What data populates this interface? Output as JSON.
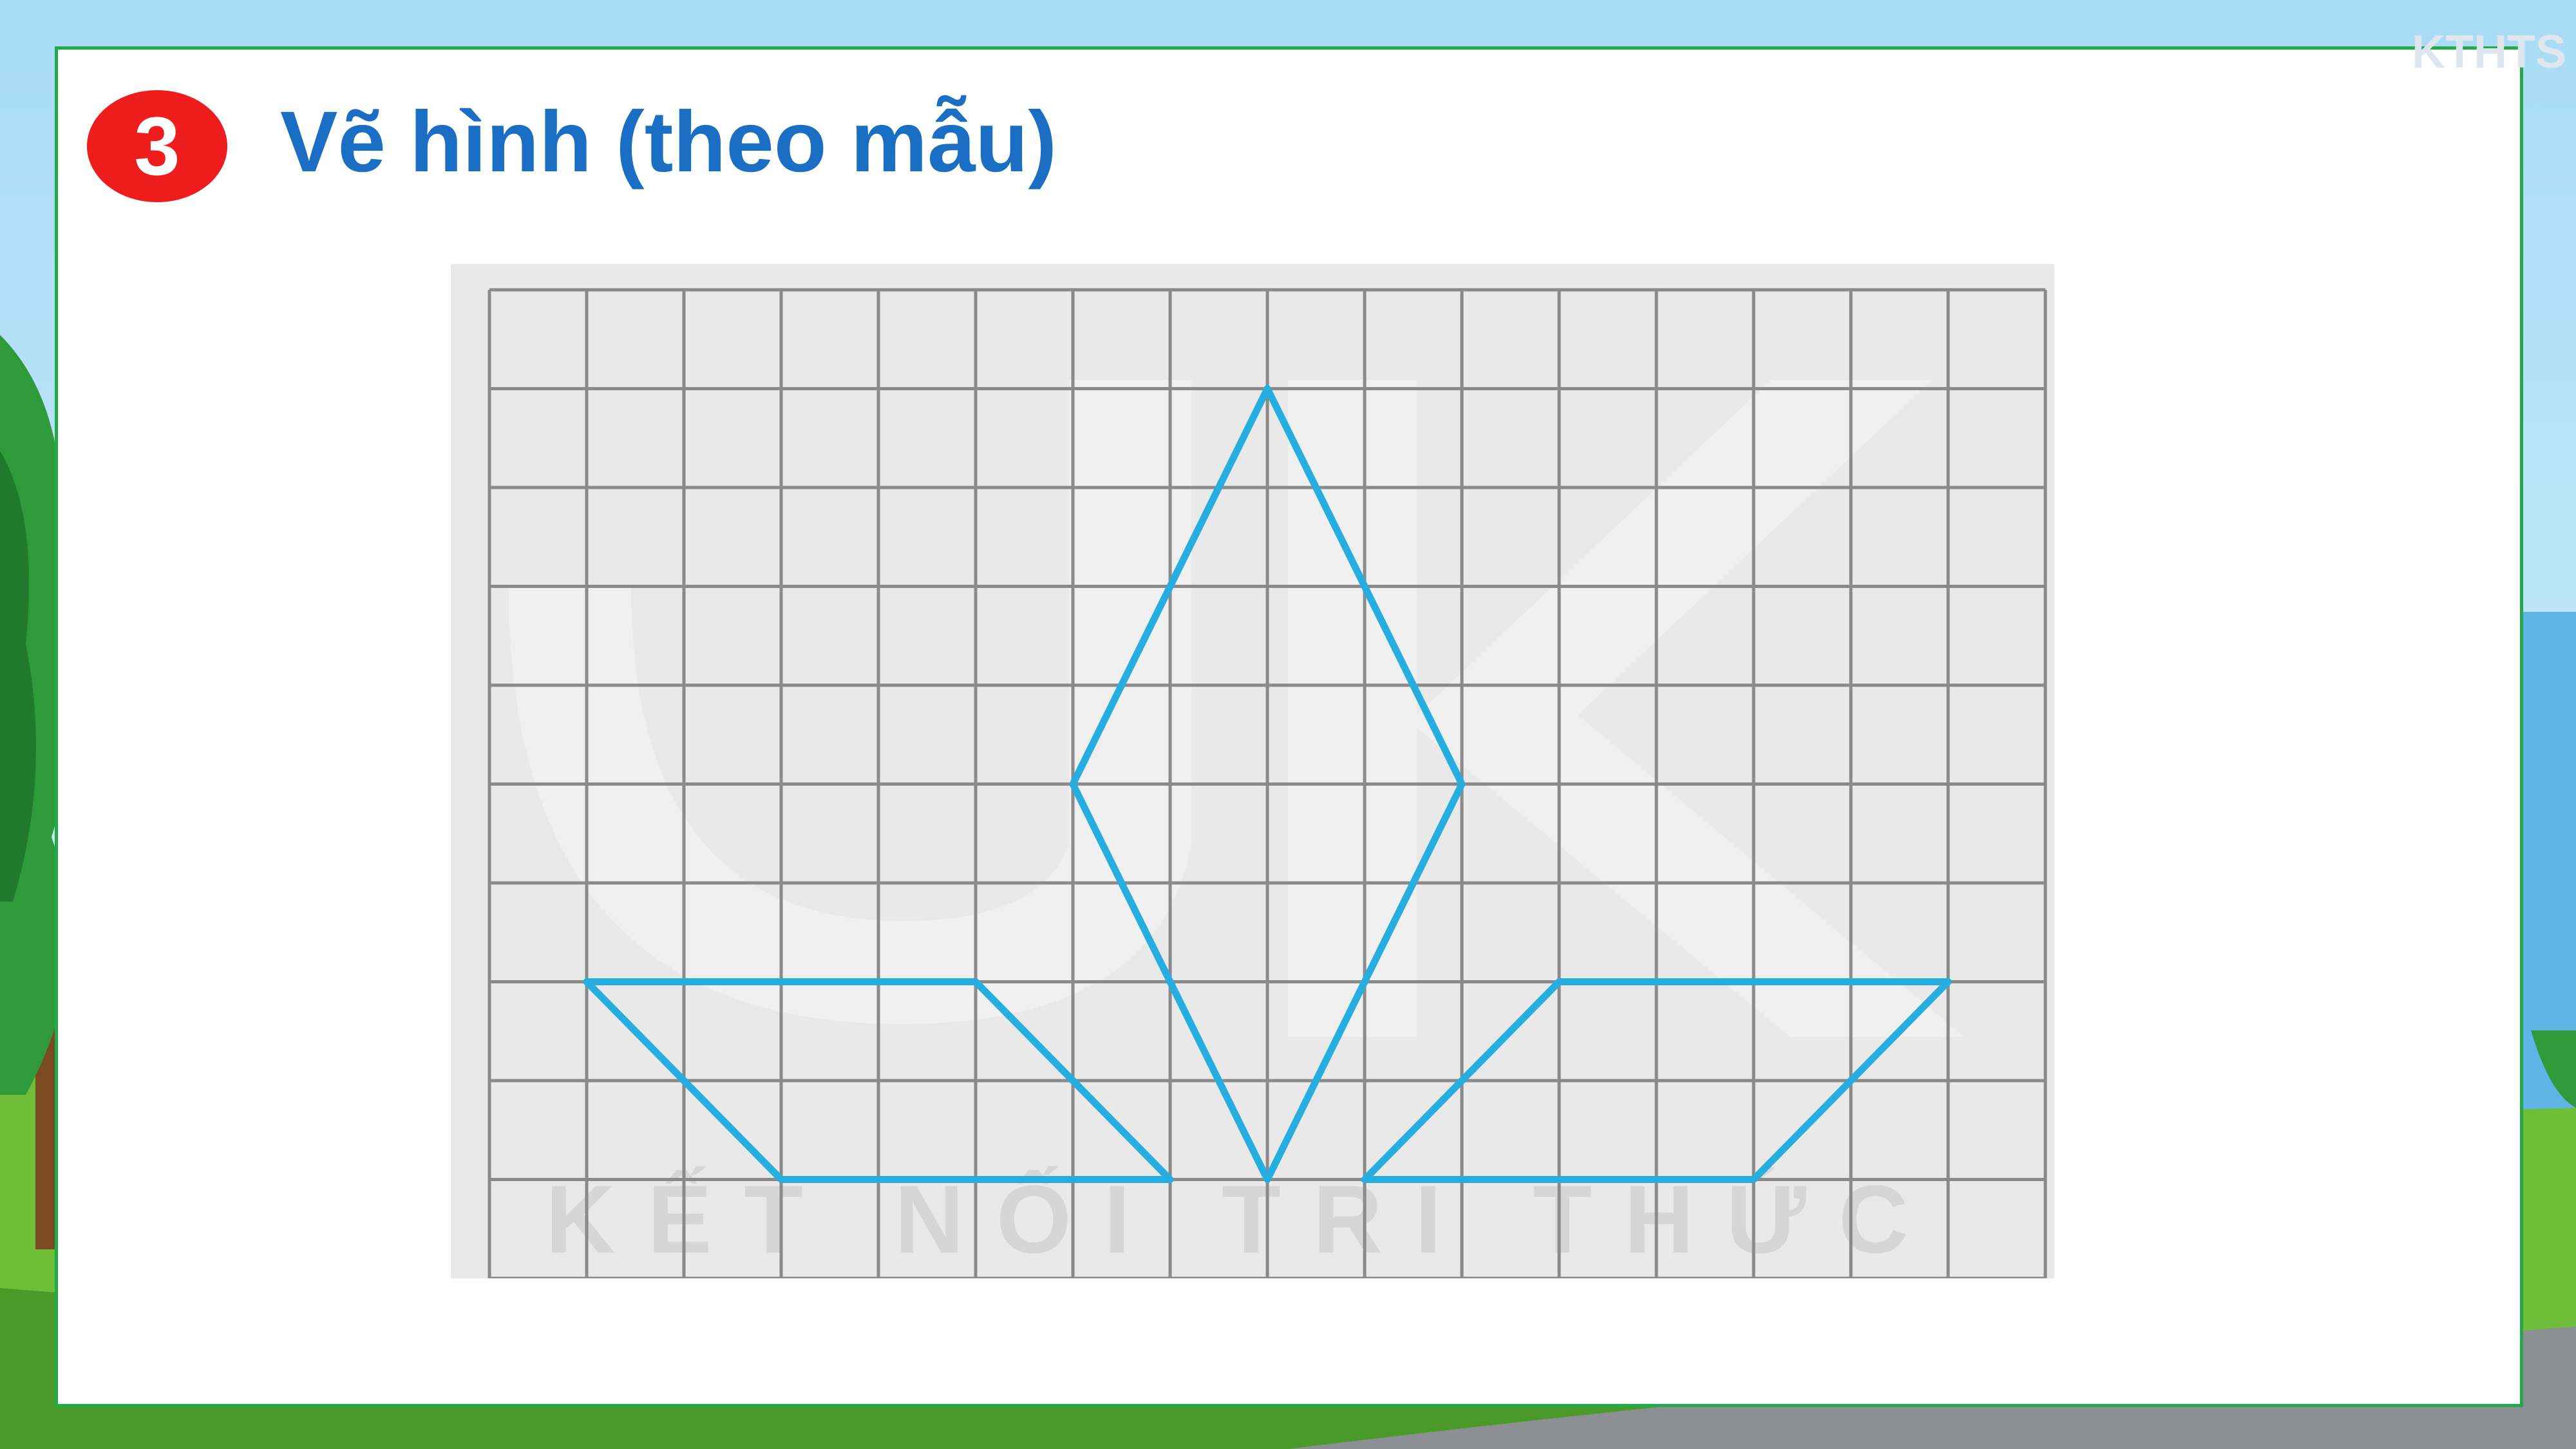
{
  "slide": {
    "number": "3",
    "title": "Vẽ hình (theo mẫu)",
    "corner_logo": "KTHTS"
  },
  "figure": {
    "grid": {
      "columns": 16,
      "rows": 10
    },
    "watermark_text": "KẾT NỐI TRI THỨC",
    "shapes": [
      {
        "name": "rhombus",
        "points": [
          [
            8,
            1
          ],
          [
            10,
            5
          ],
          [
            8,
            9
          ],
          [
            6,
            5
          ]
        ]
      },
      {
        "name": "left-parallelogram",
        "points": [
          [
            1,
            7
          ],
          [
            5,
            7
          ],
          [
            7,
            9
          ],
          [
            3,
            9
          ]
        ]
      },
      {
        "name": "right-parallelogram",
        "points": [
          [
            11,
            7
          ],
          [
            15,
            7
          ],
          [
            13,
            9
          ],
          [
            9,
            9
          ]
        ]
      }
    ]
  },
  "colors": {
    "badge": "#ee1c1c",
    "title": "#1a6fc4",
    "shape_stroke": "#27aee0",
    "grid_line": "#8a8a8a",
    "panel_border": "#23a84a"
  }
}
